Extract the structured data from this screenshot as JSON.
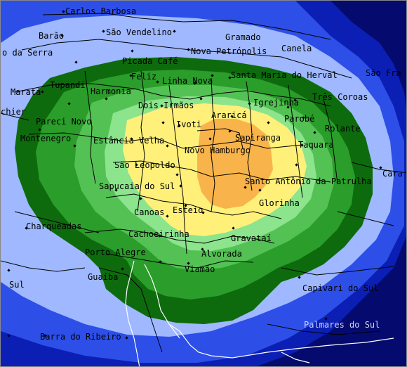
{
  "palette": {
    "navy": "#050a6e",
    "deep_blue": "#0b1fb5",
    "blue": "#2d4fe8",
    "light_blue": "#9fb8ff",
    "dark_green": "#0d6b0d",
    "green": "#2a9d2a",
    "mid_green": "#54c154",
    "light_green": "#8ce48c",
    "yellow": "#fff07a",
    "orange": "#f8b44a"
  },
  "places": [
    {
      "name": "Carlos Barbosa"
    },
    {
      "name": "Barão"
    },
    {
      "name": "São Vendelino"
    },
    {
      "name": "Gramado"
    },
    {
      "name": "o da Serra"
    },
    {
      "name": "Nova Petrópolis"
    },
    {
      "name": "Picada Café"
    },
    {
      "name": "Canela"
    },
    {
      "name": "Feliz"
    },
    {
      "name": "Linha Nova"
    },
    {
      "name": "Santa Maria do Herval"
    },
    {
      "name": "São Fra"
    },
    {
      "name": "Maratá"
    },
    {
      "name": "Tupandi"
    },
    {
      "name": "Harmonia"
    },
    {
      "name": "Três Coroas"
    },
    {
      "name": "Dois Irmãos"
    },
    {
      "name": "Igrejinha"
    },
    {
      "name": "Araricá"
    },
    {
      "name": "Parobé"
    },
    {
      "name": "Pareci Novo"
    },
    {
      "name": "Ivoti"
    },
    {
      "name": "Rolante"
    },
    {
      "name": "Sapiranga"
    },
    {
      "name": "Montenegro"
    },
    {
      "name": "Estância Velha"
    },
    {
      "name": "Taquara"
    },
    {
      "name": "Novo Hamburgo"
    },
    {
      "name": "São Leopoldo"
    },
    {
      "name": "Cara"
    },
    {
      "name": "Santo Antônio da Patrulha"
    },
    {
      "name": "Sapucaia do Sul"
    },
    {
      "name": "Glorinha"
    },
    {
      "name": "Canoas"
    },
    {
      "name": "Esteio"
    },
    {
      "name": "Charqueadas"
    },
    {
      "name": "Cachoeirinha"
    },
    {
      "name": "Gravataí"
    },
    {
      "name": "Porto Alegre"
    },
    {
      "name": "Alvorada"
    },
    {
      "name": "Viamão"
    },
    {
      "name": "Guaíba"
    },
    {
      "name": "Capivari do Sul"
    },
    {
      "name": "Sul"
    },
    {
      "name": "Palmares do Sul"
    },
    {
      "name": "Barra do Ribeiro"
    },
    {
      "name": "chier"
    }
  ]
}
